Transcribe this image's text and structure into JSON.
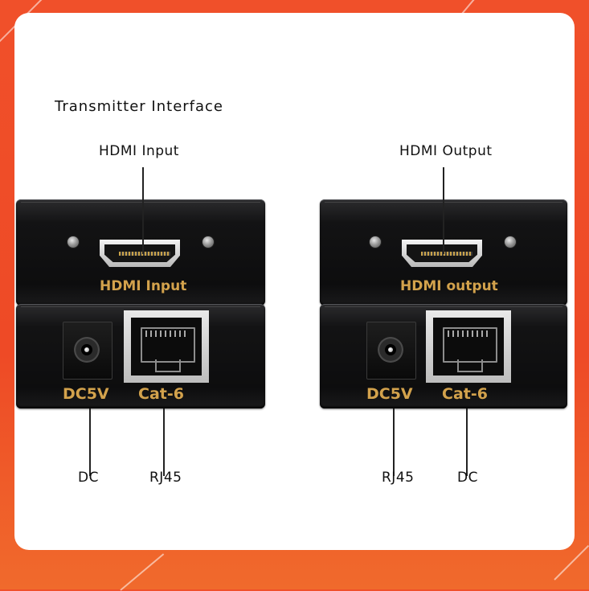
{
  "title": "Transmitter Interface",
  "left_unit": {
    "top_label": "HDMI Input",
    "panel_top_text": "HDMI  Input",
    "dc_text": "DC5V",
    "cat_text": "Cat-6",
    "bottom_left_label": "DC",
    "bottom_right_label": "RJ45"
  },
  "right_unit": {
    "top_label": "HDMI Output",
    "panel_top_text": "HDMI output",
    "dc_text": "DC5V",
    "cat_text": "Cat-6",
    "bottom_left_label": "RJ45",
    "bottom_right_label": "DC"
  },
  "colors": {
    "background": "#f0502a",
    "card": "#ffffff",
    "panel": "#131314",
    "gold_text": "#d3a24c"
  }
}
